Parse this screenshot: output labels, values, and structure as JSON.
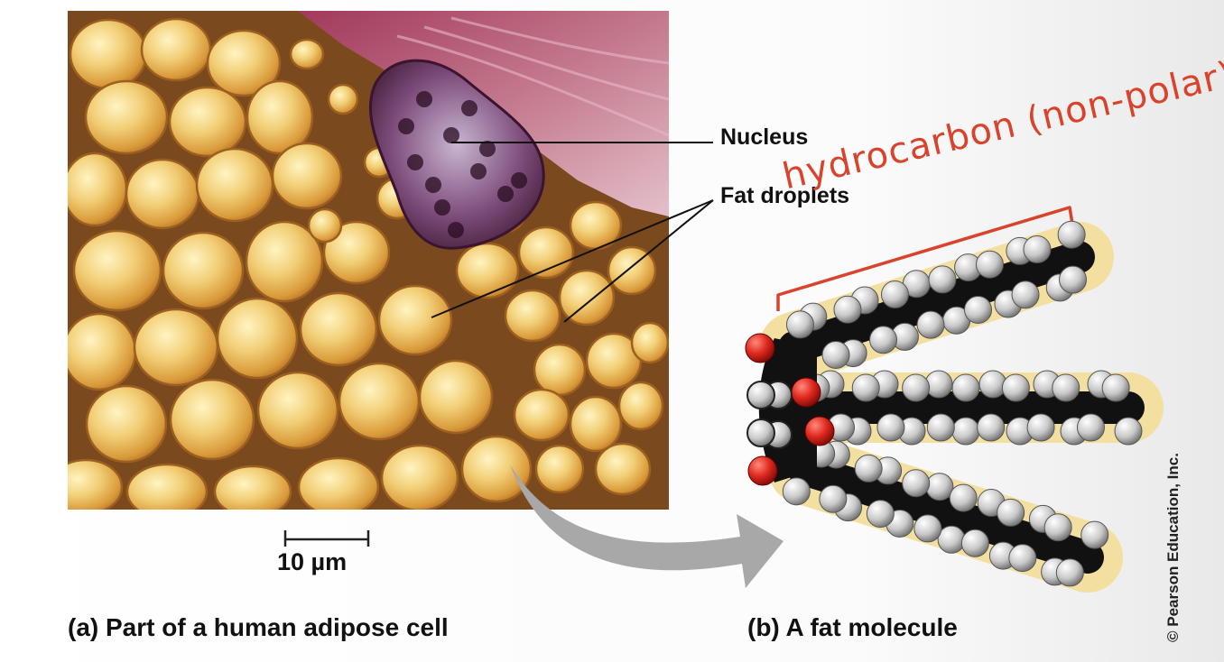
{
  "figure": {
    "labels": {
      "nucleus": "Nucleus",
      "fat_droplets": "Fat droplets",
      "scale_bar": "10 µm"
    },
    "captions": {
      "a": "(a) Part of a human adipose cell",
      "b": "(b) A fat molecule"
    },
    "credit": "© Pearson Education, Inc.",
    "annotation": "hydrocarbon (non-polar)"
  },
  "colors": {
    "droplet": "#e8b860",
    "cytoplasm": "#c07a90",
    "nucleus": "#5c2845",
    "carbon": "#111111",
    "hydrogen": "#c8c8c8",
    "oxygen": "#d62a2a",
    "tail_glow": "#f3e0a0",
    "annotation": "#d9432c",
    "arrow": "#a8a8a8"
  }
}
